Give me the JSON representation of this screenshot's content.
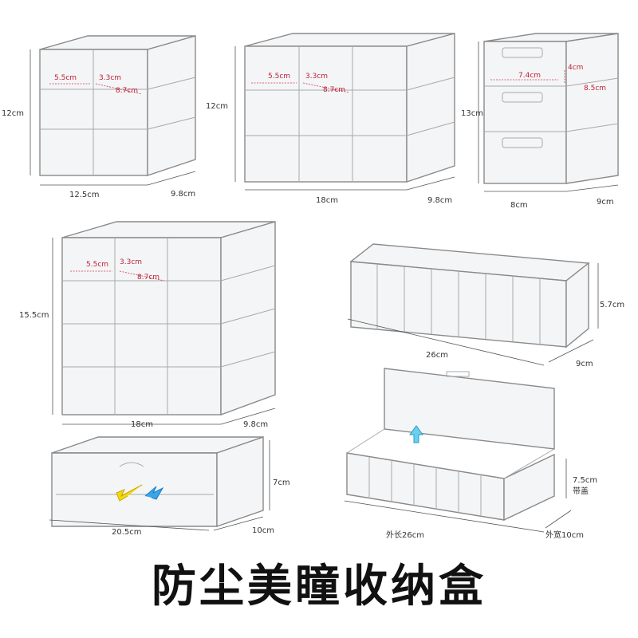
{
  "title": "防尘美瞳收纳盒",
  "products": [
    {
      "id": "p1",
      "height": "12cm",
      "width": "12.5cm",
      "depth": "9.8cm",
      "inner_w": "5.5cm",
      "inner_h": "3.3cm",
      "inner_d": "8.7cm"
    },
    {
      "id": "p2",
      "height": "12cm",
      "width": "18cm",
      "depth": "9.8cm",
      "inner_w": "5.5cm",
      "inner_h": "3.3cm",
      "inner_d": "8.7cm"
    },
    {
      "id": "p3",
      "height": "13cm",
      "width": "8cm",
      "depth": "9cm",
      "inner_w": "7.4cm",
      "inner_h": "4cm",
      "inner_d": "8.5cm"
    },
    {
      "id": "p4",
      "height": "15.5cm",
      "width": "18cm",
      "depth": "9.8cm",
      "inner_w": "5.5cm",
      "inner_h": "3.3cm",
      "inner_d": "8.7cm"
    },
    {
      "id": "p5",
      "height": "5.7cm",
      "width": "26cm",
      "depth": "9cm"
    },
    {
      "id": "p6",
      "height": "7cm",
      "width": "20.5cm",
      "depth": "10cm"
    },
    {
      "id": "p7",
      "height": "7.5cm",
      "height_note": "带盖",
      "width": "外长26cm",
      "depth": "外宽10cm"
    }
  ]
}
